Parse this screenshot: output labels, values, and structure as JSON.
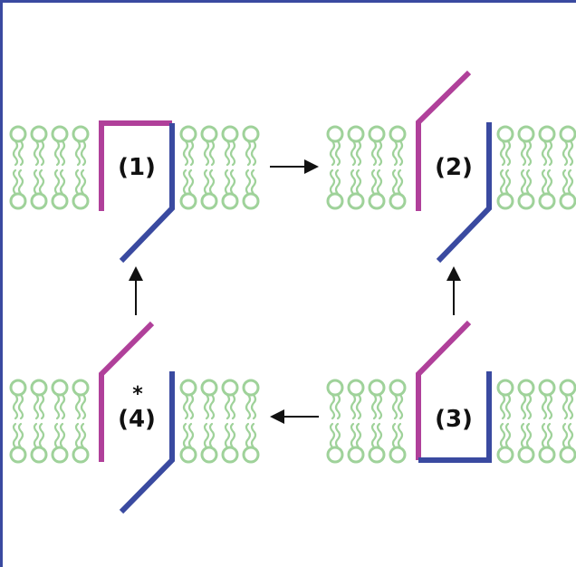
{
  "colors": {
    "lipid": "#9fd29a",
    "gate_magenta": "#b0409a",
    "gate_blue": "#3a4aa0",
    "arrow": "#111111",
    "frame": "#3a4aa0"
  },
  "states": [
    {
      "label": "(1)",
      "marker": ""
    },
    {
      "label": "(2)",
      "marker": ""
    },
    {
      "label": "(3)",
      "marker": ""
    },
    {
      "label": "(4)",
      "marker": "*"
    }
  ]
}
